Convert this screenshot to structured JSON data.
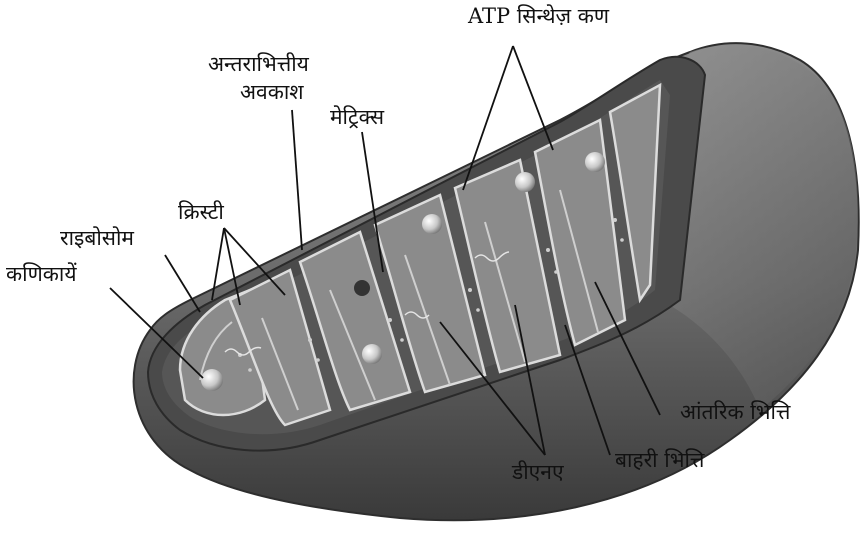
{
  "labels": {
    "atp": "ATP सिन्थेज़ कण",
    "intermembrane_1": "अन्तराभित्तीय",
    "intermembrane_2": "अवकाश",
    "matrix": "मेट्रिक्स",
    "cristae": "क्रिस्टी",
    "ribosome": "राइबोसोम",
    "granules": "कणिकायें",
    "inner_wall": "आंतरिक भित्ति",
    "outer_wall": "बाहरी भित्ति",
    "dna": "डीएनए"
  },
  "colors": {
    "outer_body": "#6b6b6b",
    "outer_shadow": "#3f3f3f",
    "interior": "#4d4d4d",
    "cristae_fill": "#8a8a8a",
    "membrane_line": "#d8d8d8",
    "leader_line": "#111111"
  }
}
